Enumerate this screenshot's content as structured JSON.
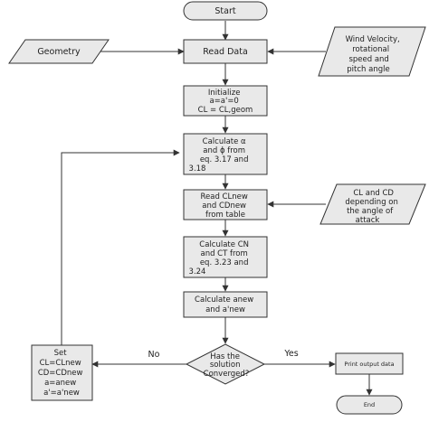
{
  "flow": {
    "start": "Start",
    "geometry": "Geometry",
    "read_data": "Read Data",
    "wind_input": [
      "Wind Velocity,",
      "rotational",
      "speed and",
      "pitch angle"
    ],
    "initialize": [
      "Initialize",
      "a=a'=0",
      "CL = CL,geom"
    ],
    "calc_alpha": [
      "Calculate α",
      "and ϕ from",
      "eq. 3.17   and",
      "3.18"
    ],
    "read_cl": [
      "Read CLnew",
      "and CDnew",
      "from table"
    ],
    "cl_cd_input": [
      "CL and CD",
      "depending on",
      "the angle of",
      "attack"
    ],
    "calc_cn": [
      "Calculate CN",
      "and CT from",
      "eq. 3.23   and",
      "3.24"
    ],
    "calc_a": [
      "Calculate anew",
      "and a'new"
    ],
    "decision": [
      "Has the",
      "solution",
      "Converged?"
    ],
    "set_box": [
      "Set",
      "CL=CLnew",
      "CD=CDnew",
      "a=anew",
      "a'=a'new"
    ],
    "no_label": "No",
    "yes_label": "Yes",
    "print": "Print output data",
    "end": "End"
  }
}
